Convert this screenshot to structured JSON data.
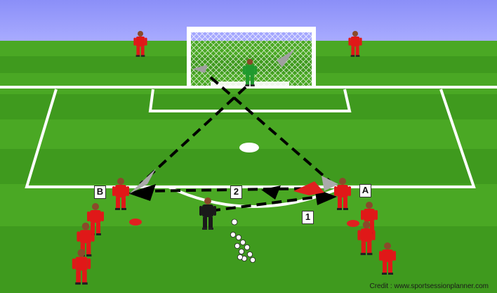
{
  "drill": {
    "label_a": "A",
    "label_b": "B",
    "pass_1": "1",
    "pass_2": "2"
  },
  "credit": "Credit : www.sportsessionplanner.com",
  "colors": {
    "sky": "#8f93ff",
    "grass_light": "#47a322",
    "grass_dark": "#3d931c",
    "line": "#ffffff",
    "team_red": "#e01818",
    "keeper_green": "#1f9a2e",
    "coach_black": "#1a1a1a",
    "pass_line": "#000000",
    "arrow_red": "#e02020",
    "arrow_grey": "#9e9e9e"
  }
}
